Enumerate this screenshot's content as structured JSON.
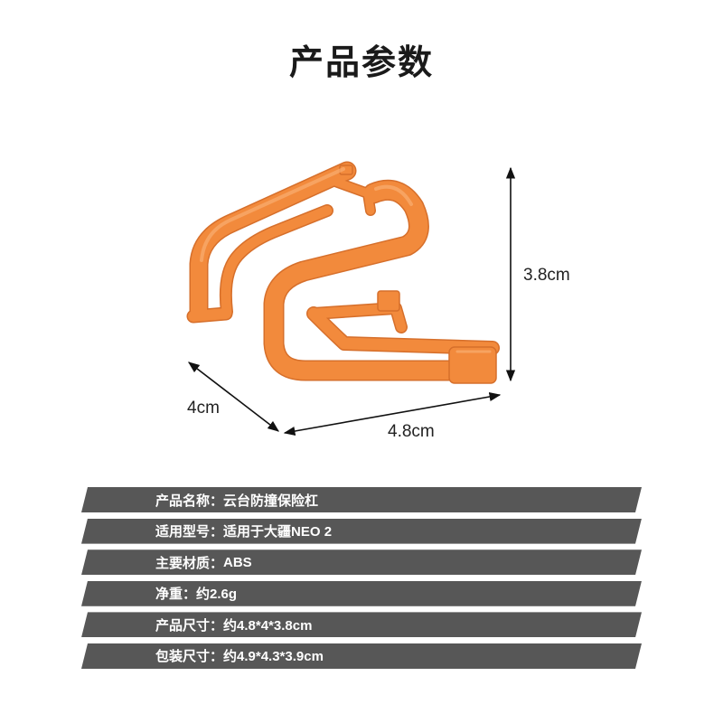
{
  "title": "产品参数",
  "dimensions": {
    "height": "3.8cm",
    "depth": "4cm",
    "width": "4.8cm"
  },
  "specs": [
    {
      "label": "产品名称：",
      "value": "云台防撞保险杠"
    },
    {
      "label": "适用型号：",
      "value": "适用于大疆NEO 2"
    },
    {
      "label": "主要材质：",
      "value": "ABS"
    },
    {
      "label": "净重：",
      "value": "约2.6g"
    },
    {
      "label": "产品尺寸：",
      "value": "约4.8*4*3.8cm"
    },
    {
      "label": "包装尺寸：",
      "value": "约4.9*4.3*3.9cm"
    }
  ],
  "colors": {
    "product": "#F28A3C",
    "bar": "#575757",
    "title": "#1A1A1A",
    "bar_text": "#FFFFFF",
    "arrow": "#111111"
  }
}
